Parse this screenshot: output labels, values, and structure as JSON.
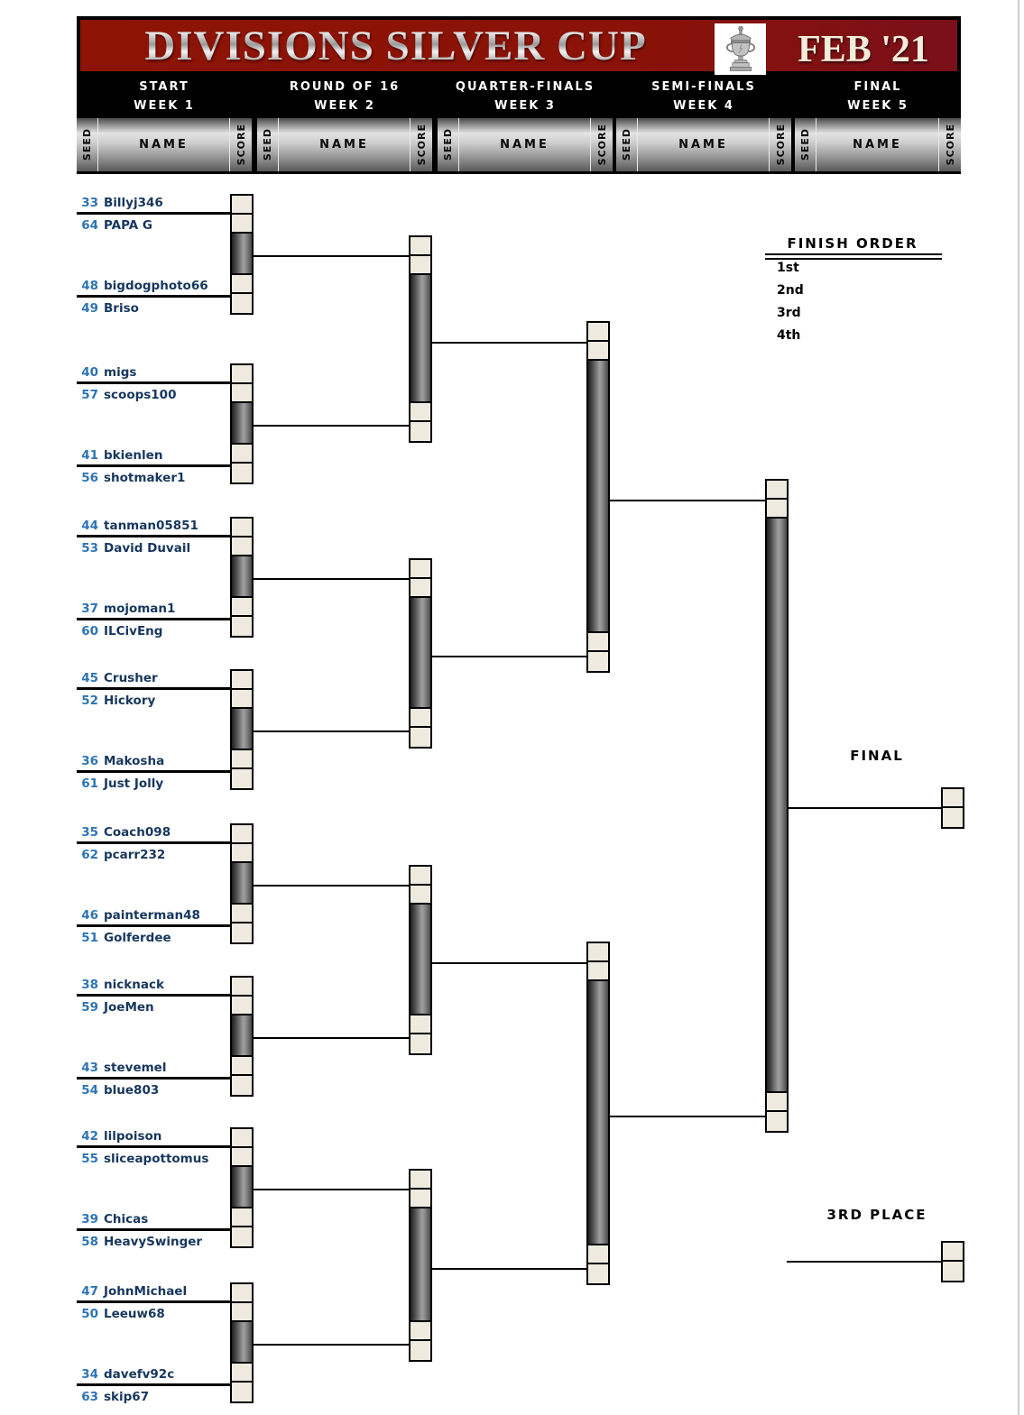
{
  "header": {
    "title": "DIVISIONS SILVER CUP",
    "date": "FEB '21",
    "trophy_icon": "trophy-cup",
    "rounds": [
      {
        "label": "START",
        "week": "WEEK 1"
      },
      {
        "label": "ROUND OF 16",
        "week": "WEEK 2"
      },
      {
        "label": "QUARTER-FINALS",
        "week": "WEEK 3"
      },
      {
        "label": "SEMI-FINALS",
        "week": "WEEK 4"
      },
      {
        "label": "FINAL",
        "week": "WEEK 5"
      }
    ],
    "columns": {
      "seed": "SEED",
      "name": "NAME",
      "score": "SCORE"
    }
  },
  "bracket": {
    "round1_matches": [
      {
        "p1_seed": "33",
        "p1_name": "Billyj346",
        "p1_score": "",
        "p2_seed": "64",
        "p2_name": "PAPA G",
        "p2_score": ""
      },
      {
        "p1_seed": "48",
        "p1_name": "bigdogphoto66",
        "p1_score": "",
        "p2_seed": "49",
        "p2_name": "Briso",
        "p2_score": ""
      },
      {
        "p1_seed": "40",
        "p1_name": "migs",
        "p1_score": "",
        "p2_seed": "57",
        "p2_name": "scoops100",
        "p2_score": ""
      },
      {
        "p1_seed": "41",
        "p1_name": "bkienlen",
        "p1_score": "",
        "p2_seed": "56",
        "p2_name": "shotmaker1",
        "p2_score": ""
      },
      {
        "p1_seed": "44",
        "p1_name": "tanman05851",
        "p1_score": "",
        "p2_seed": "53",
        "p2_name": "David Duvail",
        "p2_score": ""
      },
      {
        "p1_seed": "37",
        "p1_name": "mojoman1",
        "p1_score": "",
        "p2_seed": "60",
        "p2_name": "ILCivEng",
        "p2_score": ""
      },
      {
        "p1_seed": "45",
        "p1_name": "Crusher",
        "p1_score": "",
        "p2_seed": "52",
        "p2_name": "Hickory",
        "p2_score": ""
      },
      {
        "p1_seed": "36",
        "p1_name": "Makosha",
        "p1_score": "",
        "p2_seed": "61",
        "p2_name": "Just Jolly",
        "p2_score": ""
      },
      {
        "p1_seed": "35",
        "p1_name": "Coach098",
        "p1_score": "",
        "p2_seed": "62",
        "p2_name": "pcarr232",
        "p2_score": ""
      },
      {
        "p1_seed": "46",
        "p1_name": "painterman48",
        "p1_score": "",
        "p2_seed": "51",
        "p2_name": "Golferdee",
        "p2_score": ""
      },
      {
        "p1_seed": "38",
        "p1_name": "nicknack",
        "p1_score": "",
        "p2_seed": "59",
        "p2_name": "JoeMen",
        "p2_score": ""
      },
      {
        "p1_seed": "43",
        "p1_name": "stevemel",
        "p1_score": "",
        "p2_seed": "54",
        "p2_name": "blue803",
        "p2_score": ""
      },
      {
        "p1_seed": "42",
        "p1_name": "lilpoison",
        "p1_score": "",
        "p2_seed": "55",
        "p2_name": "sliceapottomus",
        "p2_score": ""
      },
      {
        "p1_seed": "39",
        "p1_name": "Chicas",
        "p1_score": "",
        "p2_seed": "58",
        "p2_name": "HeavySwinger",
        "p2_score": ""
      },
      {
        "p1_seed": "47",
        "p1_name": "JohnMichael",
        "p1_score": "",
        "p2_seed": "50",
        "p2_name": "Leeuw68",
        "p2_score": ""
      },
      {
        "p1_seed": "34",
        "p1_name": "davefv92c",
        "p1_score": "",
        "p2_seed": "63",
        "p2_name": "skip67",
        "p2_score": ""
      }
    ]
  },
  "finish_order": {
    "title": "FINISH ORDER",
    "places": [
      "1st",
      "2nd",
      "3rd",
      "4th"
    ]
  },
  "labels": {
    "final": "FINAL",
    "third_place": "3RD PLACE"
  },
  "colors": {
    "banner_red": "#8a1207",
    "box_fill": "#eeeadf",
    "seed_blue": "#2E74B5",
    "name_navy": "#17375E",
    "bar_dark": "#4d4d4d",
    "header_black": "#000000"
  }
}
